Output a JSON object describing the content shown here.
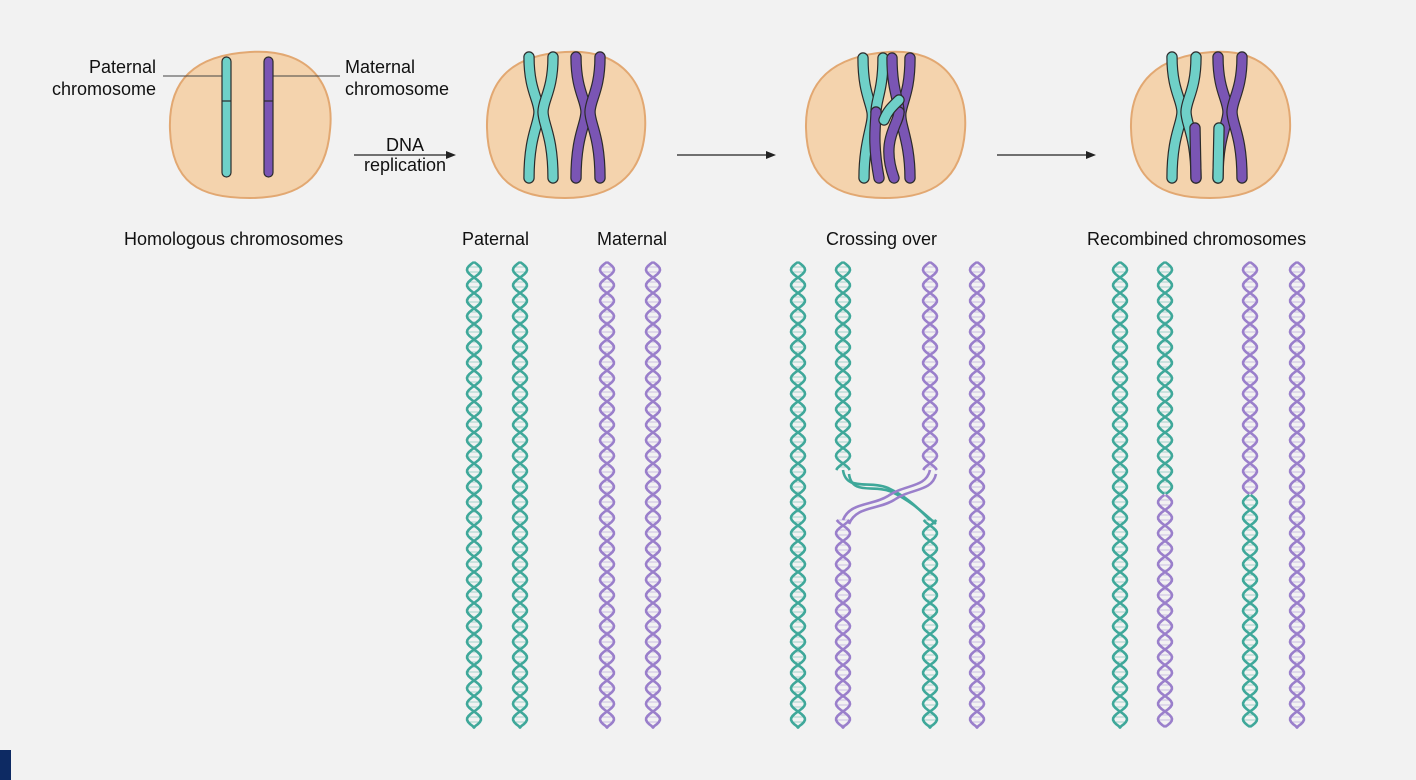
{
  "labels": {
    "paternal_line1": "Paternal",
    "paternal_line2": "chromosome",
    "maternal_line1": "Maternal",
    "maternal_line2": "chromosome",
    "dna_line1": "DNA",
    "dna_line2": "replication",
    "homologous": "Homologous chromosomes",
    "paternal": "Paternal",
    "maternal": "Maternal",
    "crossing_over": "Crossing over",
    "recombined": "Recombined chromosomes"
  },
  "colors": {
    "background": "#f2f2f2",
    "cell_fill": "#f4d3ad",
    "cell_stroke": "#e2a872",
    "paternal_chromosome": "#6fd0c8",
    "maternal_chromosome": "#7a55b4",
    "paternal_dna": "#3fa89a",
    "maternal_dna": "#9a7fcb",
    "outline": "#2b2b2b",
    "corner_mark": "#0d2a63"
  },
  "icons": [
    "cell-icon",
    "chromosome-icon",
    "dna-helix-icon",
    "arrow-right-icon"
  ]
}
